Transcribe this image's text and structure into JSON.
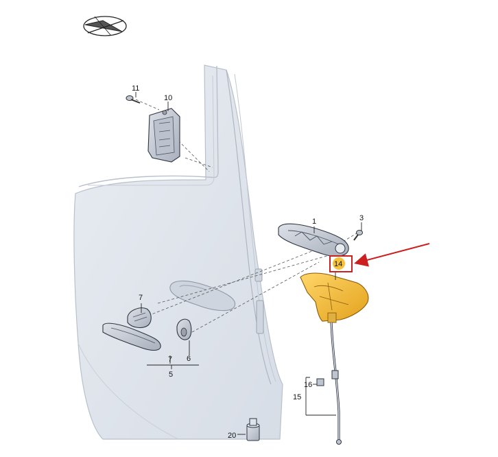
{
  "diagram": {
    "labels": {
      "n1": "1",
      "n3": "3",
      "n5": "5",
      "n6": "6",
      "n7a": "7",
      "n7b": "7",
      "n10": "10",
      "n11": "11",
      "n14": "14",
      "n15": "15",
      "n16": "16",
      "n20": "20"
    },
    "colors": {
      "door_fill": "#e4e8ef",
      "door_stroke": "#b8c0cc",
      "part_fill": "#c9ced8",
      "highlight_part": "#f5c23a",
      "callout_red": "#cc1f1f",
      "badge_yellow": "#f5c23a"
    },
    "icons": {
      "orientation": "compass-orientation-icon"
    }
  }
}
